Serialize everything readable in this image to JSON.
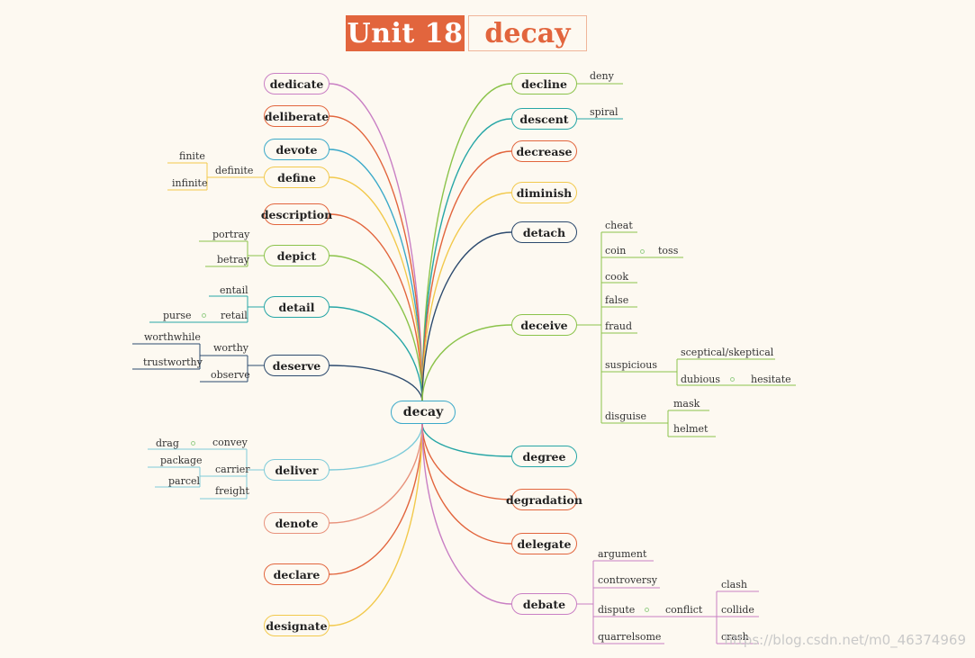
{
  "title": {
    "unit": "Unit 18",
    "word": "decay"
  },
  "center": "decay",
  "watermark": "https://blog.csdn.net/m0_46374969",
  "left_nodes": [
    "dedicate",
    "deliberate",
    "devote",
    "define",
    "description",
    "depict",
    "detail",
    "deserve",
    "deliver",
    "denote",
    "declare",
    "designate"
  ],
  "right_nodes": [
    "decline",
    "descent",
    "decrease",
    "diminish",
    "detach",
    "deceive",
    "degree",
    "degradation",
    "delegate",
    "debate"
  ],
  "words": {
    "define": [
      "finite",
      "definite",
      "infinite"
    ],
    "depict": [
      "portray",
      "betray"
    ],
    "detail": [
      "entail",
      "purse",
      "retail"
    ],
    "deserve": [
      "worthwhile",
      "worthy",
      "trustworthy",
      "observe"
    ],
    "deliver": [
      "drag",
      "convey",
      "package",
      "carrier",
      "parcel",
      "freight"
    ],
    "decline": [
      "deny"
    ],
    "descent": [
      "spiral"
    ],
    "deceive": [
      "cheat",
      "coin",
      "toss",
      "cook",
      "false",
      "fraud",
      "suspicious",
      "sceptical/skeptical",
      "dubious",
      "hesitate",
      "disguise",
      "mask",
      "helmet"
    ],
    "debate": [
      "argument",
      "controversy",
      "dispute",
      "conflict",
      "clash",
      "collide",
      "crash",
      "quarrelsome"
    ]
  },
  "colors": {
    "dedicate": "#c97fc4",
    "deliberate": "#e2653d",
    "devote": "#3ba9c9",
    "define": "#f2c94c",
    "description": "#e2653d",
    "depict": "#8bc34a",
    "detail": "#26a6a6",
    "deserve": "#2c4a6e",
    "deliver": "#7ecbd9",
    "denote": "#e8927c",
    "declare": "#e2653d",
    "designate": "#f2c94c",
    "decline": "#8bc34a",
    "descent": "#26a6a6",
    "decrease": "#e2653d",
    "diminish": "#f2c94c",
    "detach": "#2c4a6e",
    "deceive": "#8bc34a",
    "degree": "#26a6a6",
    "degradation": "#e2653d",
    "delegate": "#e2653d",
    "debate": "#c97fc4"
  }
}
